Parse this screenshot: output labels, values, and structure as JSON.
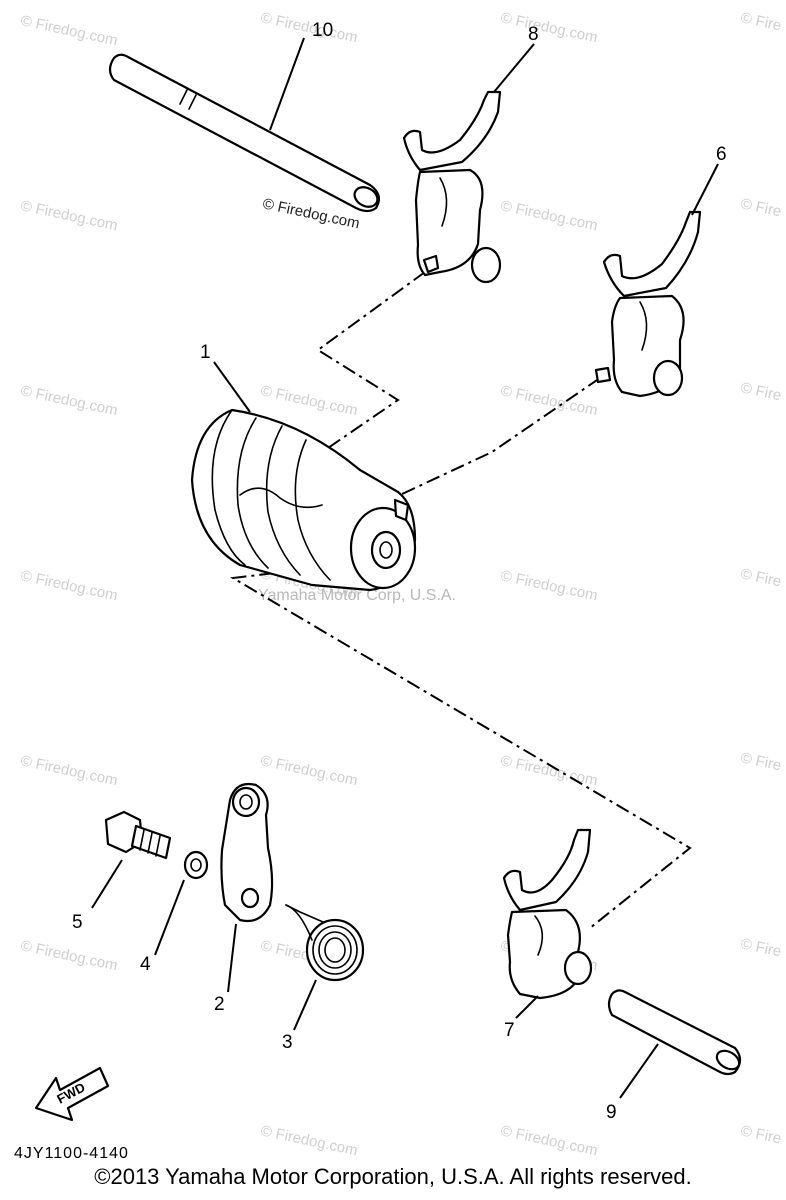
{
  "watermark": {
    "text": "© Firedog.com",
    "truncated": "© Fire"
  },
  "center_watermark": "Yamaha Motor Corp, U.S.A.",
  "part_labels": {
    "p1": "1",
    "p2": "2",
    "p3": "3",
    "p4": "4",
    "p5": "5",
    "p6": "6",
    "p7": "7",
    "p8": "8",
    "p9": "9",
    "p10": "10"
  },
  "fwd_label": "FWD",
  "diagram_code": "4JY1100-4140",
  "copyright": "©2013 Yamaha Motor Corporation, U.S.A. All rights reserved.",
  "colors": {
    "line": "#000000",
    "watermark": "#cfcfcf",
    "background": "#ffffff"
  }
}
